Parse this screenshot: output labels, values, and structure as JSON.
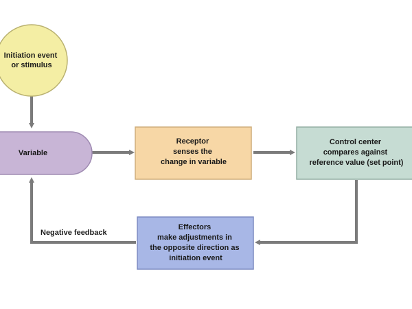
{
  "diagram": {
    "nodes": {
      "initiation": {
        "lines": [
          "Initiation event",
          "or stimulus"
        ]
      },
      "variable": {
        "lines": [
          "Variable"
        ]
      },
      "receptor": {
        "lines": [
          "Receptor",
          "senses the",
          "change in variable"
        ]
      },
      "control_center": {
        "lines": [
          "Control center",
          "compares against",
          "reference value (set point)"
        ]
      },
      "effectors": {
        "lines": [
          "Effectors",
          "make adjustments in",
          "the opposite direction as",
          "initiation event"
        ]
      }
    },
    "labels": {
      "negative_feedback": "Negative feedback"
    },
    "colors": {
      "initiation_fill": "#f4eea4",
      "initiation_stroke": "#b9b170",
      "variable_fill": "#c8b5d6",
      "variable_stroke": "#9f8bb2",
      "receptor_fill": "#f7d7a6",
      "receptor_stroke": "#cfae7c",
      "control_fill": "#c6dcd3",
      "control_stroke": "#93aea3",
      "effectors_fill": "#a8b7e6",
      "effectors_stroke": "#7d8cc2",
      "arrow": "#7b7b7b"
    }
  }
}
